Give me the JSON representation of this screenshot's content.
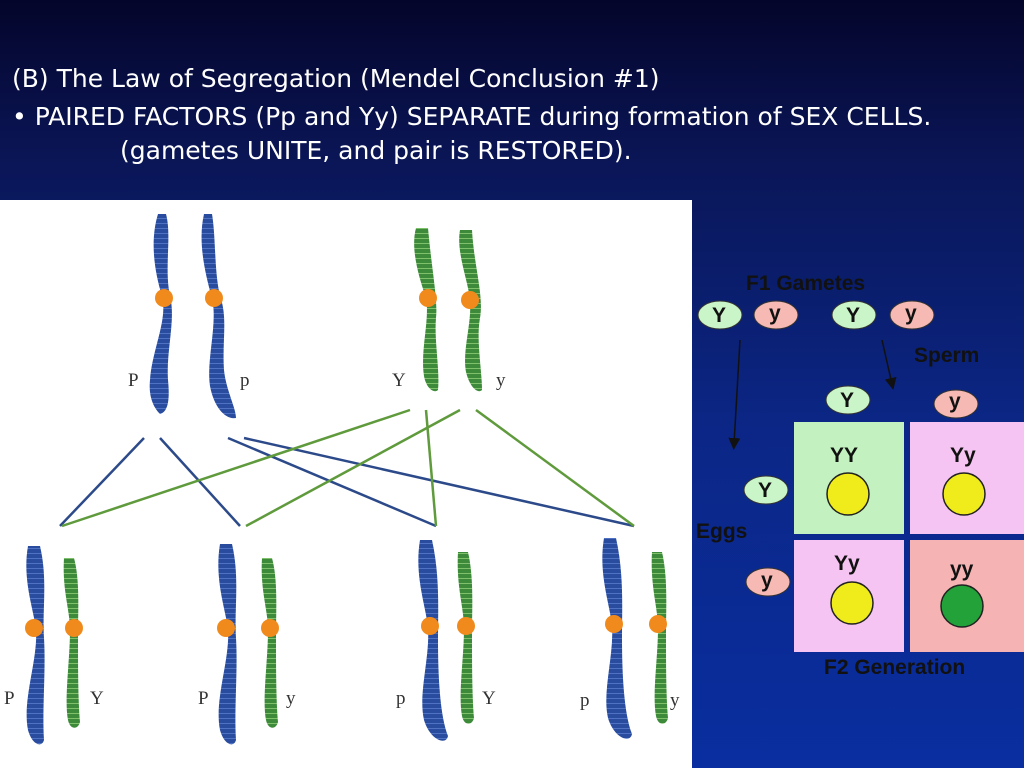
{
  "slide": {
    "heading": "(B) The Law of Segregation (Mendel Conclusion #1)",
    "bullet_part1": "• PAIRED FACTORS (Pp and Yy) SEPARATE during formation of SEX CELLS.",
    "bullet_part2": "(gametes UNITE, and pair is RESTORED)."
  },
  "chromosome_figure": {
    "parent_labels": [
      "P",
      "p",
      "Y",
      "y"
    ],
    "offspring_labels": [
      [
        "P",
        "Y"
      ],
      [
        "P",
        "y"
      ],
      [
        "p",
        "Y"
      ],
      [
        "p",
        "y"
      ]
    ],
    "colors": {
      "blue_chromosome": "#2a4c9e",
      "green_chromosome": "#3d8a3b",
      "centromere": "#f08a1c",
      "blue_line": "#2c4a8a",
      "green_line": "#5f9a3c"
    }
  },
  "punnett": {
    "gametes_title": "F1 Gametes",
    "f1_gametes": [
      "Y",
      "y",
      "Y",
      "y"
    ],
    "sperm_label": "Sperm",
    "eggs_label": "Eggs",
    "sperm_alleles": [
      "Y",
      "y"
    ],
    "egg_alleles": [
      "Y",
      "y"
    ],
    "cells": [
      {
        "genotype": "YY",
        "bg": "#c3f2c0",
        "seed": "#f0ec1c"
      },
      {
        "genotype": "Yy",
        "bg": "#f6c4f2",
        "seed": "#f0ec1c"
      },
      {
        "genotype": "Yy",
        "bg": "#f6c4f2",
        "seed": "#f0ec1c"
      },
      {
        "genotype": "yy",
        "bg": "#f5b3b3",
        "seed": "#23a23a"
      }
    ],
    "generation_label": "F2 Generation",
    "colors": {
      "dominant_oval": "#c9f5c8",
      "recessive_oval": "#f6b9b4"
    }
  }
}
